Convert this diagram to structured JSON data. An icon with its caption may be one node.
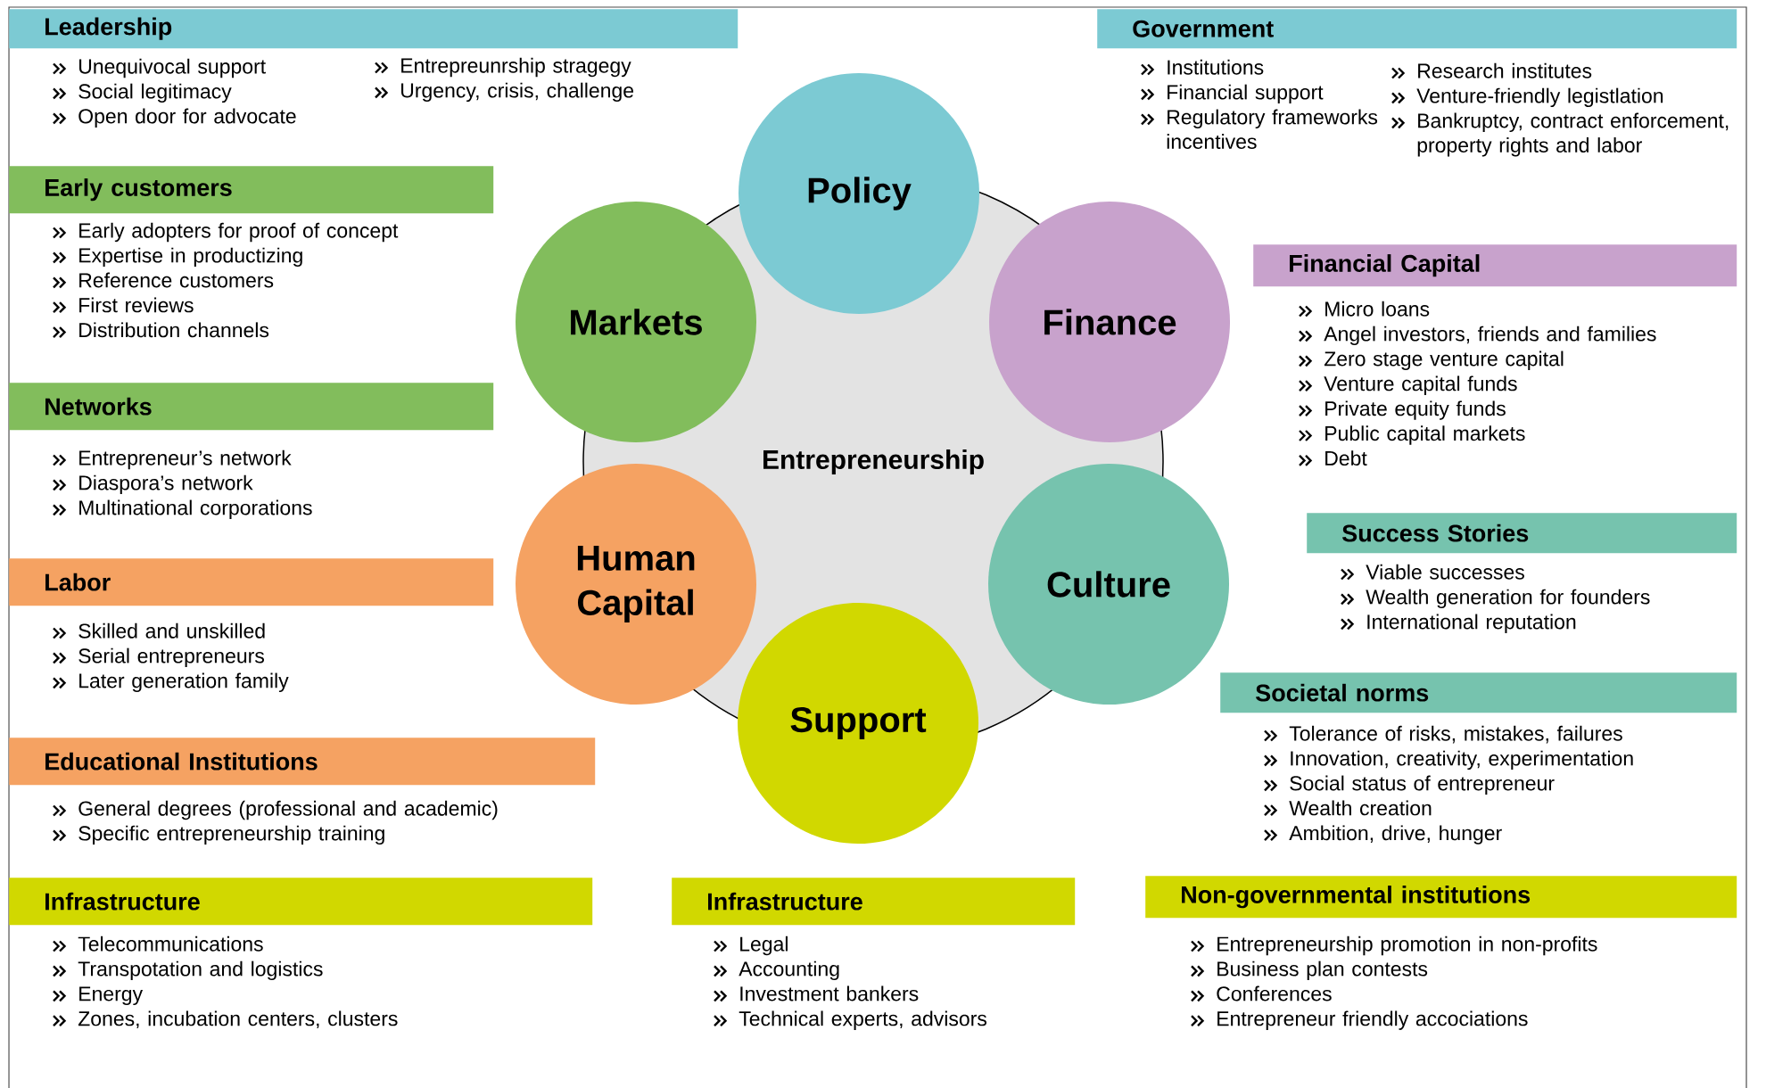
{
  "diagram": {
    "nodes": [
      {
        "text": [
          "Entrepreneurship"
        ]
      },
      {
        "text": [
          "Policy"
        ]
      },
      {
        "text": [
          "Finance"
        ]
      },
      {
        "text": [
          "Culture"
        ]
      },
      {
        "text": [
          "Support"
        ]
      },
      {
        "text": [
          "Human Capital"
        ]
      },
      {
        "text": [
          "Markets"
        ]
      },
      {
        "text": [
          "Leadership"
        ],
        "beside": [
          "Unequivocal support",
          "Social legitimacy",
          "Open door for advocate",
          "Entrepreunrship stragegy",
          "Urgency, crisis, challenge"
        ]
      },
      {
        "text": [
          "Government"
        ],
        "beside": [
          "Institutions",
          "Financial support",
          "Regulatory frameworks incentives",
          "Research institutes",
          "Venture-friendly legistlation",
          "Bankruptcy, contract enforcement, property rights and labor"
        ]
      },
      {
        "text": [
          "Early customers"
        ],
        "beside": [
          "Early adopters for proof of concept",
          "Expertise in productizing",
          "Reference customers",
          "First reviews",
          "Distribution channels"
        ]
      },
      {
        "text": [
          "Financial Capital"
        ],
        "beside": [
          "Micro loans",
          "Angel investors, friends and families",
          "Zero stage venture capital",
          "Venture capital funds",
          "Private equity funds",
          "Public capital markets",
          "Debt"
        ]
      },
      {
        "text": [
          "Networks"
        ],
        "beside": [
          "Entrepreneur’s network",
          "Diaspora’s network",
          "Multinational corporations"
        ]
      },
      {
        "text": [
          "Success Stories"
        ],
        "beside": [
          "Viable successes",
          "Wealth generation for founders",
          "International reputation"
        ]
      },
      {
        "text": [
          "Labor"
        ],
        "beside": [
          "Skilled and unskilled",
          "Serial entrepreneurs",
          "Later generation family"
        ]
      },
      {
        "text": [
          "Societal norms"
        ],
        "beside": [
          "Tolerance of risks, mistakes, failures",
          "Innovation, creativity, experimentation",
          "Social status of entrepreneur",
          "Wealth creation",
          "Ambition, drive, hunger"
        ]
      },
      {
        "text": [
          "Educational Institutions"
        ],
        "beside": [
          "General degrees (professional and academic)",
          "Specific entrepreneurship training"
        ]
      },
      {
        "text": [
          "Infrastructure"
        ],
        "beside": [
          "Telecommunications",
          "Transpotation and logistics",
          "Energy",
          "Zones, incubation centers, clusters"
        ]
      },
      {
        "text": [
          "Infrastructure"
        ],
        "beside": [
          "Legal",
          "Accounting",
          "Investment bankers",
          "Technical experts, advisors"
        ]
      },
      {
        "text": [
          "Non-governmental institutions"
        ],
        "beside": [
          "Entrepreneurship promotion in non-profits",
          "Business plan contests",
          "Conferences",
          "Entrepreneur friendly accociations"
        ]
      }
    ]
  }
}
